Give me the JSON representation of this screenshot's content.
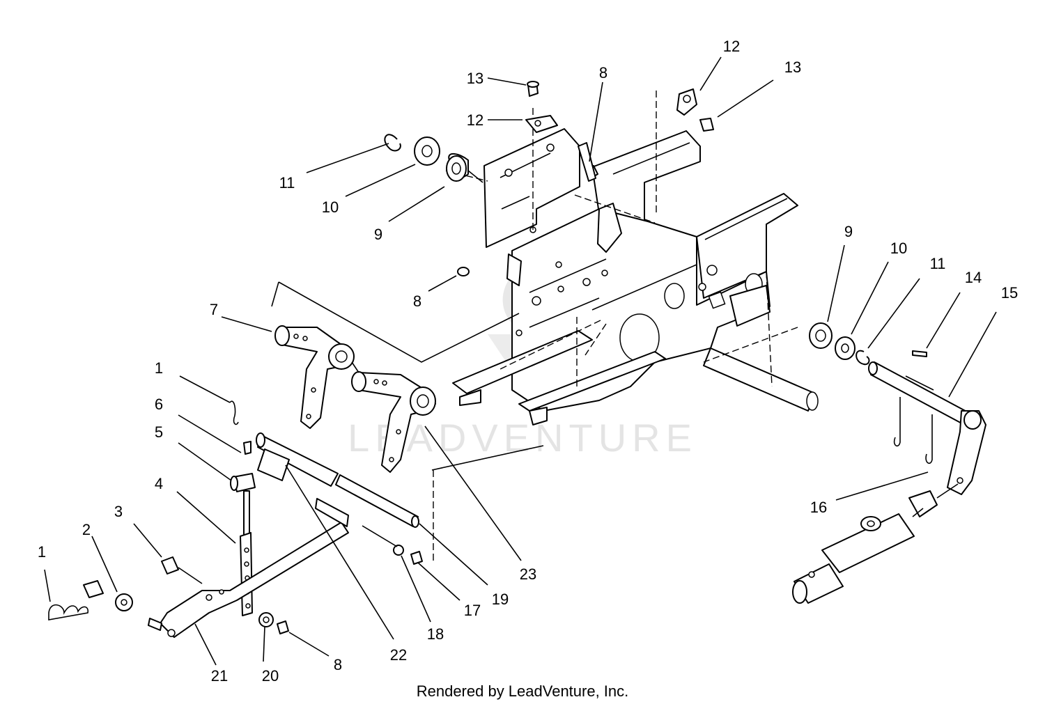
{
  "diagram": {
    "watermark": "LEADVENTURE",
    "footer": "Rendered by LeadVenture, Inc.",
    "callouts": [
      {
        "id": "c13a",
        "label": "13"
      },
      {
        "id": "c12a",
        "label": "12"
      },
      {
        "id": "c8a",
        "label": "8"
      },
      {
        "id": "c12b",
        "label": "12"
      },
      {
        "id": "c13b",
        "label": "13"
      },
      {
        "id": "c11a",
        "label": "11"
      },
      {
        "id": "c10a",
        "label": "10"
      },
      {
        "id": "c9a",
        "label": "9"
      },
      {
        "id": "c8b",
        "label": "8"
      },
      {
        "id": "c7",
        "label": "7"
      },
      {
        "id": "c1a",
        "label": "1"
      },
      {
        "id": "c6",
        "label": "6"
      },
      {
        "id": "c5",
        "label": "5"
      },
      {
        "id": "c4",
        "label": "4"
      },
      {
        "id": "c3",
        "label": "3"
      },
      {
        "id": "c2",
        "label": "2"
      },
      {
        "id": "c1b",
        "label": "1"
      },
      {
        "id": "c21",
        "label": "21"
      },
      {
        "id": "c20",
        "label": "20"
      },
      {
        "id": "c8c",
        "label": "8"
      },
      {
        "id": "c22",
        "label": "22"
      },
      {
        "id": "c18",
        "label": "18"
      },
      {
        "id": "c17",
        "label": "17"
      },
      {
        "id": "c19",
        "label": "19"
      },
      {
        "id": "c23",
        "label": "23"
      },
      {
        "id": "c9b",
        "label": "9"
      },
      {
        "id": "c10b",
        "label": "10"
      },
      {
        "id": "c11b",
        "label": "11"
      },
      {
        "id": "c14",
        "label": "14"
      },
      {
        "id": "c15",
        "label": "15"
      },
      {
        "id": "c16",
        "label": "16"
      }
    ]
  }
}
